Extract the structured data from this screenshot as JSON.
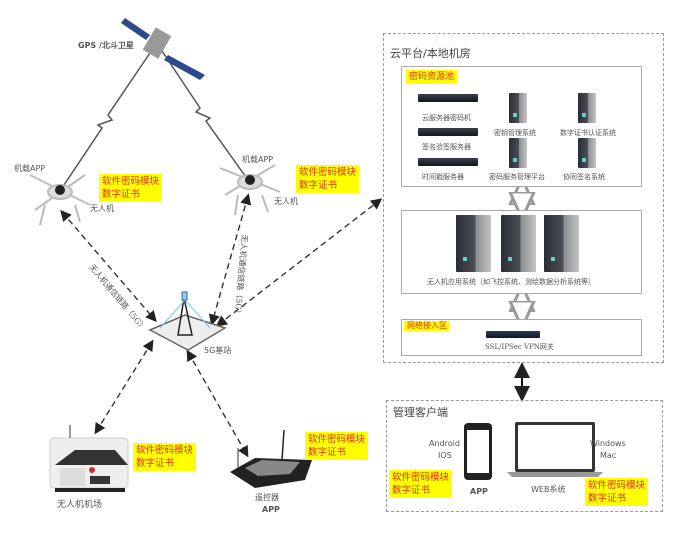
{
  "satellite": {
    "label": "GPS /北斗卫星"
  },
  "drones": [
    {
      "app_label": "机载APP",
      "name": "无人机",
      "badge": [
        "软件密码模块",
        "数字证书"
      ]
    },
    {
      "app_label": "机载APP",
      "name": "无人机",
      "badge": [
        "软件密码模块",
        "数字证书"
      ]
    }
  ],
  "links": {
    "left": "无人机通信链路（5G）",
    "right": "无人机通信链路（5G）"
  },
  "base_station": {
    "label": "5G基站"
  },
  "airport": {
    "label": "无人机机场",
    "badge": [
      "软件密码模块",
      "数字证书"
    ]
  },
  "controller": {
    "label": "遥控器",
    "app": "APP",
    "badge": [
      "软件密码模块",
      "数字证书"
    ]
  },
  "cloud": {
    "title": "云平台/本地机房",
    "pool": {
      "tag": "密码资源池",
      "devices": [
        "云服务器密码机",
        "签名验签服务器",
        "时间戳服务器"
      ],
      "systems": [
        "密钥管理系统",
        "数字证书认证系统",
        "密码服务管理平台",
        "协同签名系统"
      ]
    },
    "apps": {
      "label": "无人机应用系统（如飞控系统、测绘数据分析系统等）"
    },
    "access": {
      "tag": "网络接入区",
      "gateway": "SSL/IPSec VPN网关"
    }
  },
  "client": {
    "title": "管理客户端",
    "mobile_os": [
      "Android",
      "IOS"
    ],
    "mobile_label": "APP",
    "desktop_os": [
      "Windows",
      "Mac"
    ],
    "desktop_label": "WEB系统",
    "badge_left": [
      "软件密码模块",
      "数字证书"
    ],
    "badge_right": [
      "软件密码模块",
      "数字证书"
    ]
  },
  "colors": {
    "badge_bg": "#ffff00",
    "badge_text": "#e0301e",
    "dashed_border": "#999999"
  }
}
